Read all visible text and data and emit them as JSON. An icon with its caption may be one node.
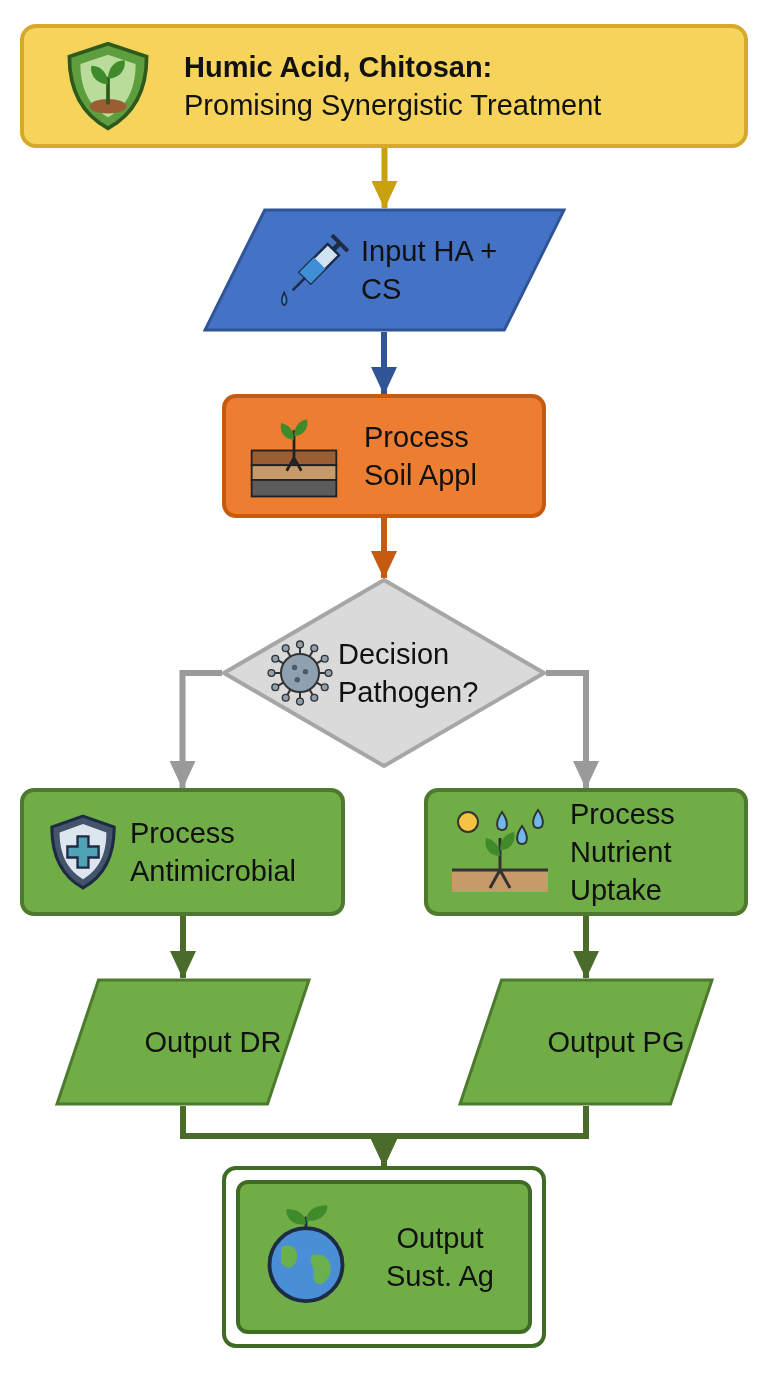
{
  "diagram": {
    "nodes": [
      {
        "text": [
          "Humic Acid, Chitosan:",
          "Promising Synergistic Treatment"
        ]
      },
      {
        "text": [
          "Input HA + CS"
        ]
      },
      {
        "text": [
          "Process Soil Appl"
        ]
      },
      {
        "text": [
          "Decision Pathogen?"
        ]
      },
      {
        "text": [
          "Process Antimicrobial"
        ]
      },
      {
        "text": [
          "Process Nutrient Uptake"
        ]
      },
      {
        "text": [
          "Output DR"
        ]
      },
      {
        "text": [
          "Output PG"
        ]
      },
      {
        "text": [
          "Output Sust. Ag"
        ]
      }
    ],
    "edges": [
      {
        "from": 0,
        "to": 1,
        "arrow": "to",
        "color": "#c9a10e"
      },
      {
        "from": 1,
        "to": 2,
        "arrow": "to",
        "color": "#2f5597"
      },
      {
        "from": 2,
        "to": 3,
        "arrow": "to",
        "color": "#c55a11"
      },
      {
        "from": 3,
        "to": 4,
        "arrow": "to",
        "color": "#9a9a9a"
      },
      {
        "from": 3,
        "to": 5,
        "arrow": "to",
        "color": "#9a9a9a"
      },
      {
        "from": 4,
        "to": 6,
        "arrow": "to"
      },
      {
        "from": 5,
        "to": 7,
        "arrow": "to"
      },
      {
        "from": 6,
        "to": 8,
        "arrow": "to"
      },
      {
        "from": 7,
        "to": 8,
        "arrow": "to"
      }
    ]
  }
}
